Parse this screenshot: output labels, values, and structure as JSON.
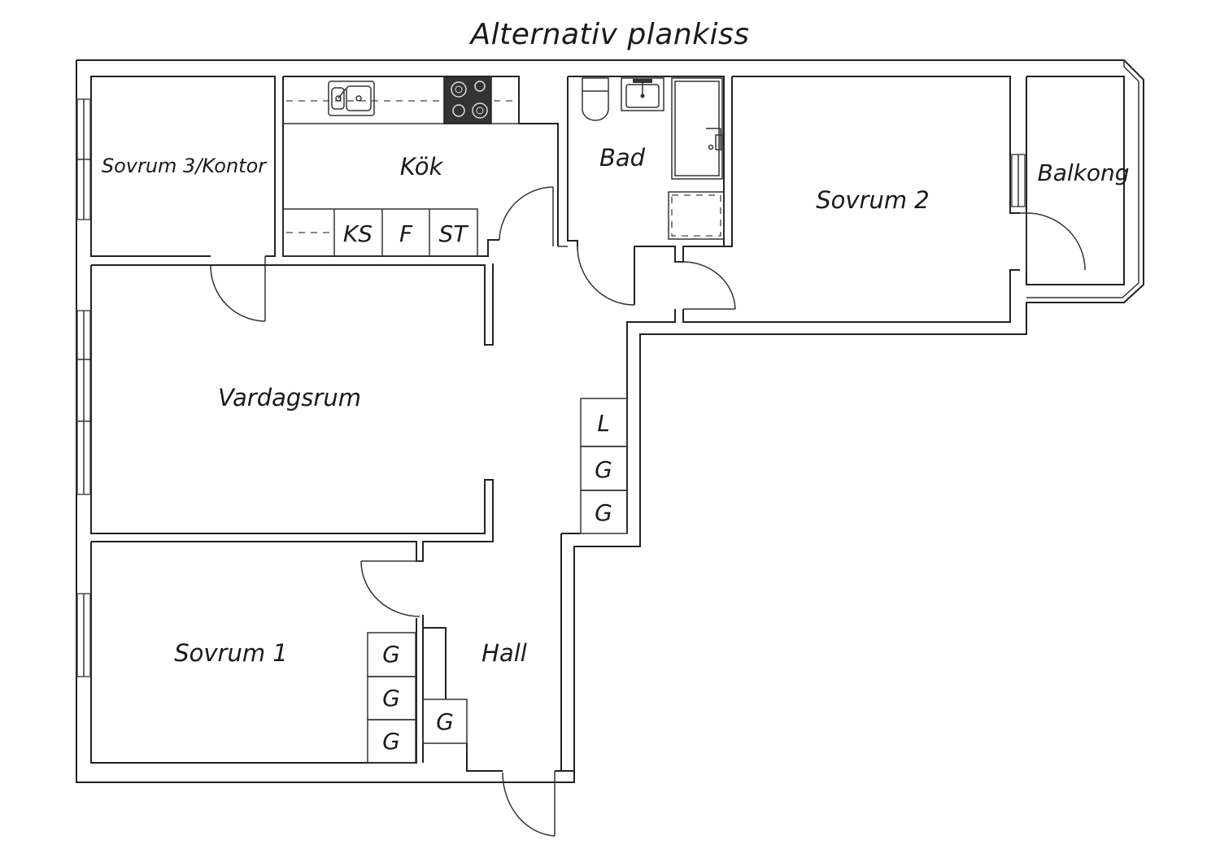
{
  "title": "Alternativ plankiss",
  "rooms": {
    "sovrum3": "Sovrum 3/Kontor",
    "kok": "Kök",
    "bad": "Bad",
    "sovrum2": "Sovrum 2",
    "balkong": "Balkong",
    "vardagsrum": "Vardagsrum",
    "sovrum1": "Sovrum 1",
    "hall": "Hall"
  },
  "fixtures": {
    "ks": "KS",
    "f": "F",
    "st": "ST",
    "l": "L",
    "g": "G"
  },
  "icons": [
    "sink-icon",
    "stove-icon",
    "toilet-icon",
    "washbasin-icon",
    "bathtub-icon",
    "door-swing-icon",
    "window-icon"
  ]
}
